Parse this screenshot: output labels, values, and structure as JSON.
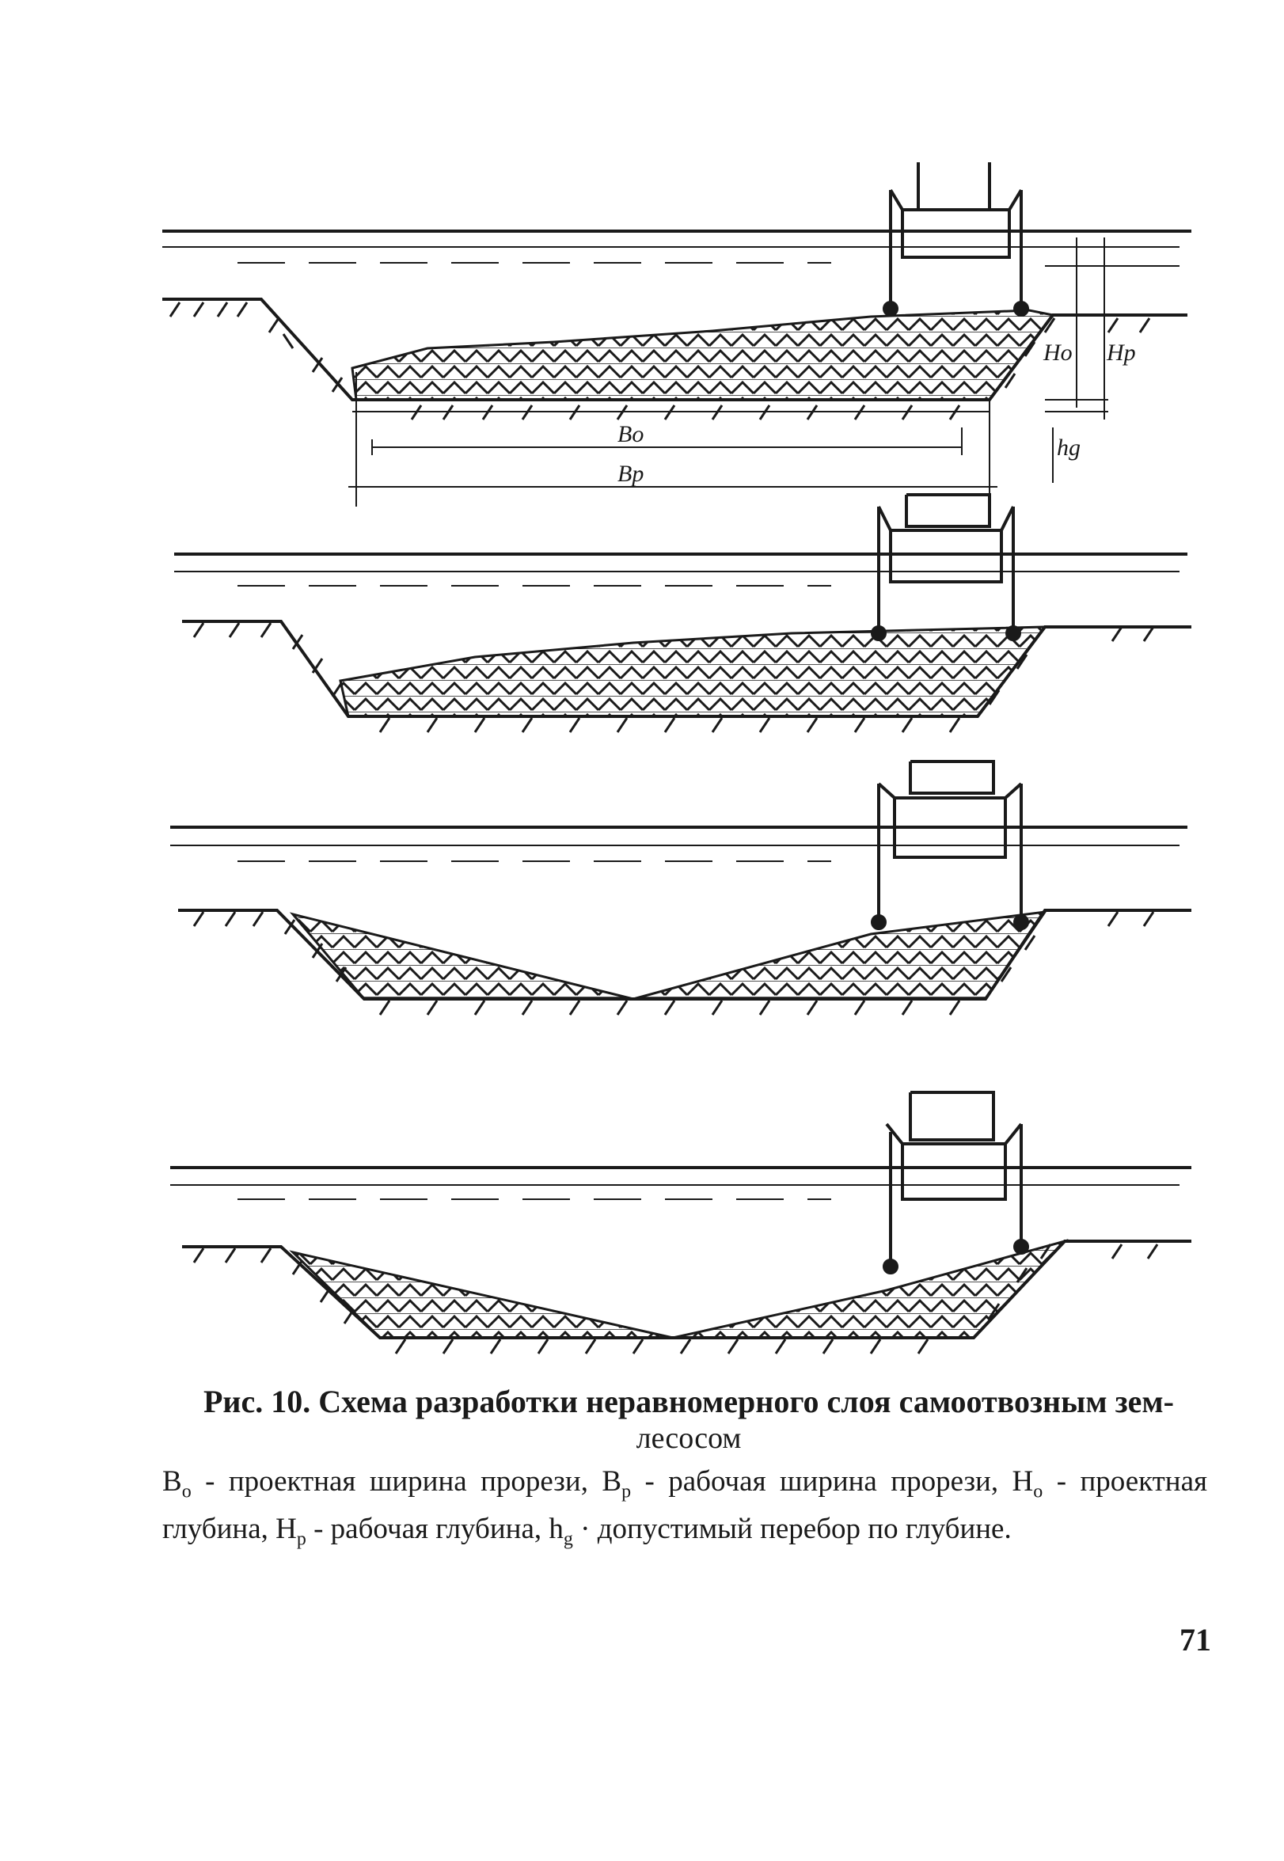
{
  "figure": {
    "labels": {
      "b_o": "Bo",
      "b_p": "Bp",
      "h_o": "Ho",
      "h_p": "Hp",
      "h_g": "hg"
    },
    "colors": {
      "ink": "#1a1a1a",
      "paper": "#ffffff"
    }
  },
  "caption": {
    "title": "Рис. 10. Схема разработки неравномерного слоя самоотвозным зем-",
    "title_cont": "лесосом",
    "legend": {
      "b_o_symbol": "B",
      "b_o_sub": "o",
      "b_o_text": "- проектная ширина прорези,",
      "b_p_symbol": "B",
      "b_p_sub": "p",
      "b_p_text": "- рабочая ширина прорези,",
      "h_o_symbol": "H",
      "h_o_sub": "o",
      "h_o_text": "- проектная глубина,",
      "h_p_symbol": "H",
      "h_p_sub": "p",
      "h_p_text": "- рабочая глубина,",
      "h_g_symbol": "h",
      "h_g_sub": "g",
      "h_g_text": "· допустимый перебор по глубине."
    }
  },
  "page_number": "71"
}
